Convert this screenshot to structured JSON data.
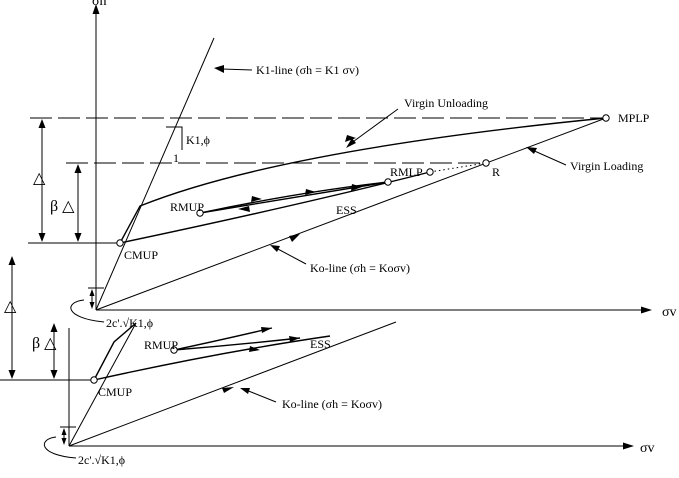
{
  "upper": {
    "axis_y_label": "σh",
    "axis_x_label": "σv",
    "k1_line_label": "K1-line (σh = K1 σv)",
    "k1_slope_label": "K1,ϕ",
    "slope_one": "1",
    "virgin_unloading": "Virgin Unloading",
    "virgin_loading": "Virgin Loading",
    "mplp": "MPLP",
    "rmlp": "RMLP",
    "r": "R",
    "rmup": "RMUP",
    "ess": "ESS",
    "cmup": "CMUP",
    "ko_line_label": "Ko-line (σh = Koσv)",
    "cohesion_label": "2c'.√K1,ϕ",
    "delta": "△",
    "beta_delta": "β △"
  },
  "lower": {
    "axis_x_label": "σv",
    "rmup": "RMUP",
    "ess": "ESS",
    "cmup": "CMUP",
    "ko_line_label": "Ko-line (σh = Koσv)",
    "cohesion_label": "2c'.√K1,ϕ",
    "delta": "△",
    "beta_delta": "β △"
  }
}
